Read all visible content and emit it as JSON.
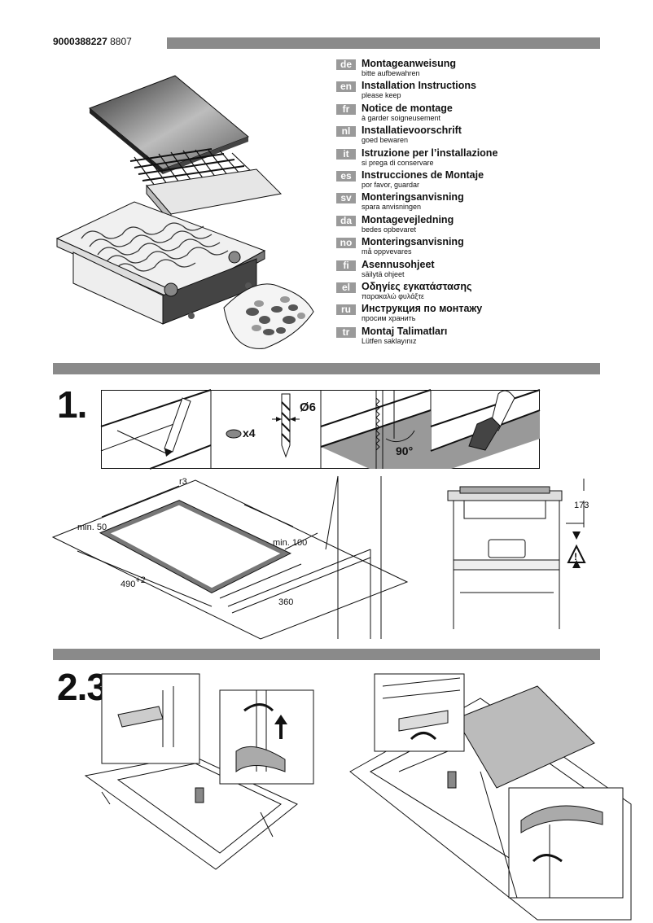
{
  "header": {
    "doc_number_bold": "9000388227",
    "doc_number_rest": "8807"
  },
  "languages": [
    {
      "code": "de",
      "title": "Montageanweisung",
      "subtitle": "bitte aufbewahren"
    },
    {
      "code": "en",
      "title": "Installation Instructions",
      "subtitle": "please keep"
    },
    {
      "code": "fr",
      "title": "Notice de montage",
      "subtitle": "à garder soigneusement"
    },
    {
      "code": "nl",
      "title": "Installatievoorschrift",
      "subtitle": "goed bewaren"
    },
    {
      "code": "it",
      "title": "Istruzione per l’installazione",
      "subtitle": "si prega di conservare"
    },
    {
      "code": "es",
      "title": "Instrucciones de Montaje",
      "subtitle": "por favor, guardar"
    },
    {
      "code": "sv",
      "title": "Monteringsanvisning",
      "subtitle": "spara anvisningen"
    },
    {
      "code": "da",
      "title": "Montagevejledning",
      "subtitle": "bedes opbevaret"
    },
    {
      "code": "no",
      "title": "Monteringsanvisning",
      "subtitle": "må oppvevares"
    },
    {
      "code": "fi",
      "title": "Asennusohjeet",
      "subtitle": "säilytä ohjeet"
    },
    {
      "code": "el",
      "title": "Οδηγίες εγκατάστασης",
      "subtitle": "παρακαλώ φυλάξτε"
    },
    {
      "code": "ru",
      "title": "Инструкция по монтажу",
      "subtitle": "просим хранить"
    },
    {
      "code": "tr",
      "title": "Montaj Talimatları",
      "subtitle": "Lütfen saklayınız"
    }
  ],
  "step1": {
    "label": "1.",
    "screws": "x4",
    "drill": "Ø6",
    "angle": "90°",
    "r3": "r3",
    "min50": "min. 50",
    "min100": "min. 100",
    "width": "490",
    "width_tol": "+2",
    "depth": "360",
    "height": "173"
  },
  "step2": {
    "label": "2.3."
  }
}
